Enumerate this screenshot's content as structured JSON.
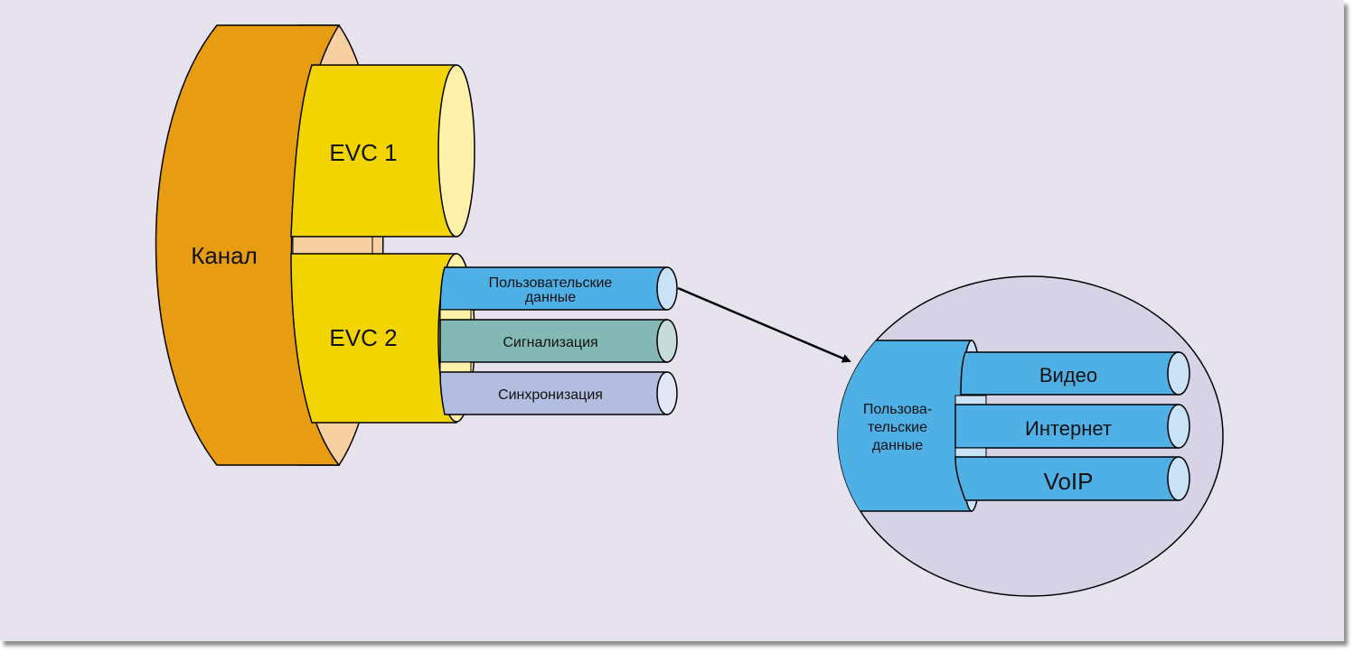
{
  "diagram": {
    "channel": {
      "label": "Канал",
      "color": "#e89c12",
      "inner_color": "#f8cfa0"
    },
    "evcs": [
      {
        "label": "EVC 1",
        "color": "#f2d500",
        "end_color": "#fdf0a8"
      },
      {
        "label": "EVC 2",
        "color": "#f2d500",
        "end_color": "#fdf0a8"
      }
    ],
    "evc2_flows": [
      {
        "label_line1": "Пользовательские",
        "label_line2": "данные",
        "color": "#4fb0e6",
        "end_color": "#c9e2f5"
      },
      {
        "label_line1": "Сигнализация",
        "label_line2": "",
        "color": "#84b8b4",
        "end_color": "#c6dcd9"
      },
      {
        "label_line1": "Синхронизация",
        "label_line2": "",
        "color": "#b3bde0",
        "end_color": "#e3e6f5"
      }
    ],
    "zoom_view": {
      "bundle_label_lines": [
        "Пользова-",
        "тельские",
        "данные"
      ],
      "bundle_color": "#4fb0e6",
      "services": [
        {
          "label": "Видео"
        },
        {
          "label": "Интернет"
        },
        {
          "label": "VoIP"
        }
      ],
      "circle_color": "#d7d3e6"
    },
    "arrow": {
      "from": "Пользовательские данные",
      "to": "zoom_view"
    }
  }
}
